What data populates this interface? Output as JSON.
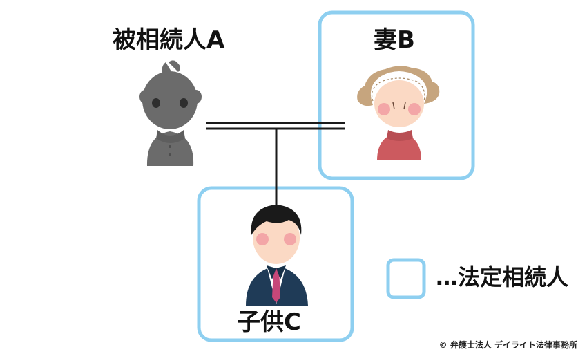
{
  "persons": {
    "deceased": {
      "label": "被相続人A"
    },
    "wife": {
      "label": "妻B"
    },
    "child": {
      "label": "子供C"
    }
  },
  "legend": {
    "label": "…法定相続人"
  },
  "copyright": "© 弁護士法人 デイライト法律事務所",
  "colors": {
    "heir_frame": "#8ecff0",
    "line": "#1a1a1a",
    "deceased_fill": "#6b6b6b",
    "wife_hair": "#c6a57e",
    "wife_sweater": "#cc5a5f",
    "suit": "#1f3b57",
    "tie": "#c74779",
    "skin": "#fbd9c4",
    "cheek": "#f3a6a7"
  },
  "icons": {
    "deceased": "person-silhouette-icon",
    "wife": "woman-icon",
    "child": "businessman-icon"
  }
}
